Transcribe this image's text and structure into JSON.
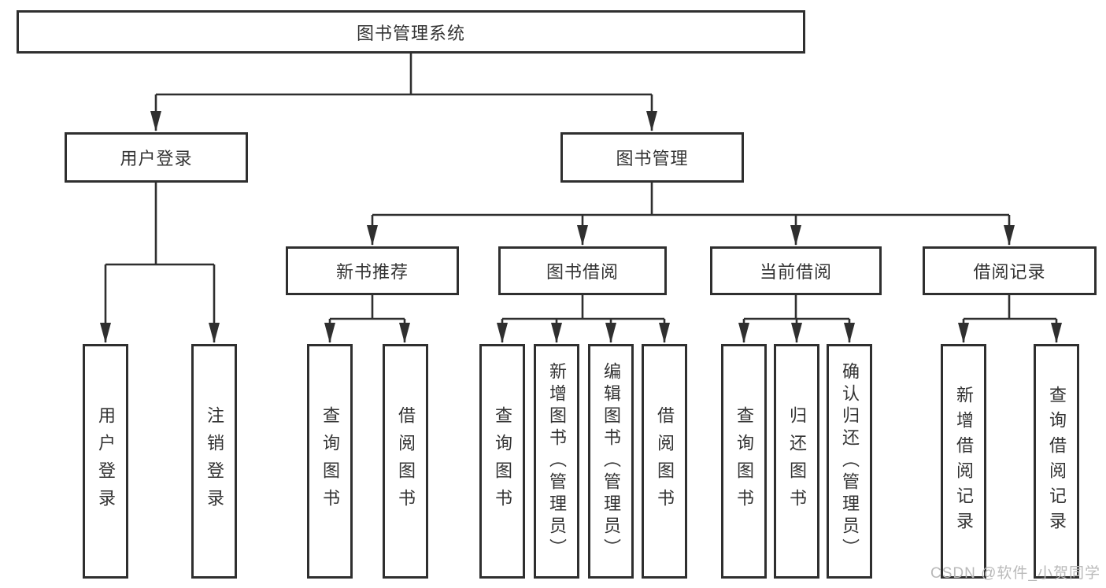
{
  "watermark": "CSDN @软件_小贺同学",
  "colors": {
    "line": "#2f2f2f",
    "text": "#333333",
    "watermark": "#b9b9b9",
    "background": "#ffffff"
  },
  "tree": {
    "root": {
      "label": "图书管理系统",
      "children": [
        {
          "label": "用户登录",
          "children": [
            {
              "label": "用户登录"
            },
            {
              "label": "注销登录"
            }
          ]
        },
        {
          "label": "图书管理",
          "children": [
            {
              "label": "新书推荐",
              "children": [
                {
                  "label": "查询图书"
                },
                {
                  "label": "借阅图书"
                }
              ]
            },
            {
              "label": "图书借阅",
              "children": [
                {
                  "label": "查询图书"
                },
                {
                  "label": "新增图书（管理员）"
                },
                {
                  "label": "编辑图书（管理员）"
                },
                {
                  "label": "借阅图书"
                }
              ]
            },
            {
              "label": "当前借阅",
              "children": [
                {
                  "label": "查询图书"
                },
                {
                  "label": "归还图书"
                },
                {
                  "label": "确认归还（管理员）"
                }
              ]
            },
            {
              "label": "借阅记录",
              "children": [
                {
                  "label": "新增借阅记录"
                },
                {
                  "label": "查询借阅记录"
                }
              ]
            }
          ]
        }
      ]
    }
  }
}
